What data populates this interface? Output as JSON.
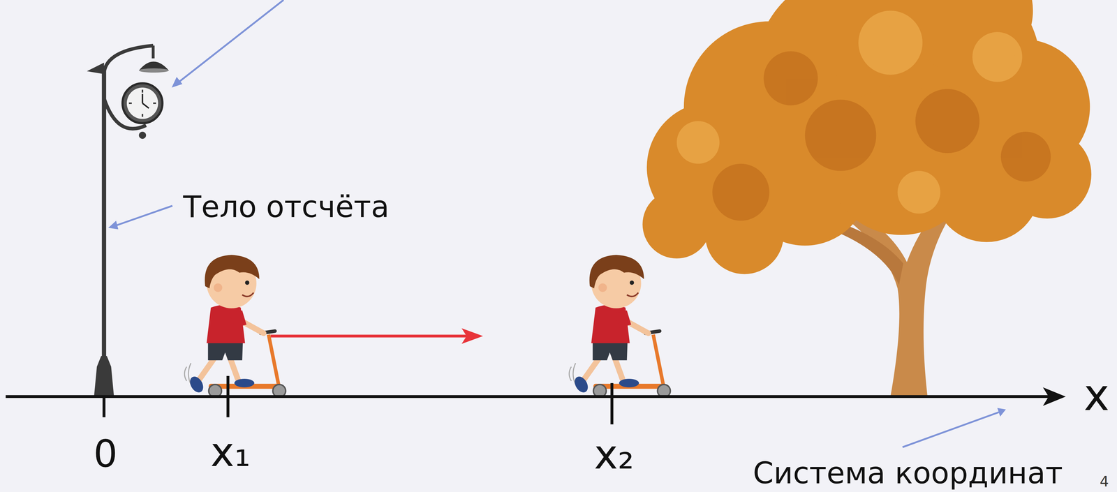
{
  "diagram": {
    "labels": [
      "Тело отсчёта",
      "0",
      "x₁",
      "x₂",
      "x",
      "Система координат",
      "4"
    ]
  }
}
